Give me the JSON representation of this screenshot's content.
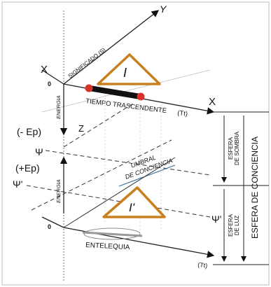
{
  "labels": {
    "axis_y_top": "Y",
    "axis_x_top": "X",
    "axis_x_top_right": "X",
    "significado": "SIGNIFICADO (S)",
    "origin_top": "0",
    "origin_bottom": "0",
    "triangle_top": "I",
    "triangle_bottom": "I'",
    "tiempo_trascendente": "TIEMPO TRASCENDENTE",
    "tt_top": "(Tt)",
    "tt_bottom": "(Tt)",
    "energia_top": "ENERGIA",
    "energia_bottom": "ENERGIA",
    "minus_ep": "(- Ep)",
    "plus_ep": "(+Ep)",
    "z": "Z",
    "psi_upper": "Ψ",
    "psi_left": "Ψ'",
    "psi_right": "Ψ'",
    "umbral_line1": "UMBRAL",
    "umbral_line2": "DE CONCIENCIA",
    "entelequia": "ENTELEQUIA",
    "esfera_sombra_line1": "ESFERA",
    "esfera_sombra_line2": "DE SOMBRA",
    "esfera_luz_line1": "ESFERA",
    "esfera_luz_line2": "DE LUZ",
    "esfera_conciencia": "ESFERA DE CONCIENCIA"
  },
  "colors": {
    "triangle_stroke": "#c8801e",
    "bar_fill": "#111111",
    "bar_ends": "#d8322a",
    "umbral_text": "#3a6f9e"
  }
}
